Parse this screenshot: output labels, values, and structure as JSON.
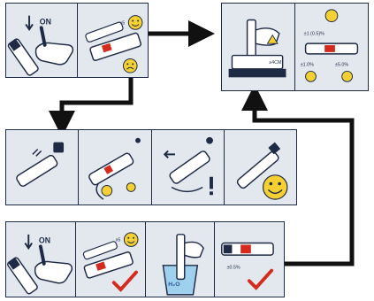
{
  "labels": {
    "on_top": "ON",
    "on_bottom": "ON",
    "x5_top": "x5",
    "x5_bottom": "x5",
    "dose_range": "±1 (0.5)%",
    "dose_low": "±1.0%",
    "dose_high": "±5.0%",
    "dose_bottom": "±0.5%",
    "water": "H₂O",
    "clearance": "≥4CM"
  },
  "colors": {
    "panel_bg": "#e3e8ef",
    "outline": "#1f2a44",
    "smiley": "#f5d033",
    "check": "#d42b1e",
    "warning": "#f5d033",
    "water": "#9fd0ee"
  }
}
